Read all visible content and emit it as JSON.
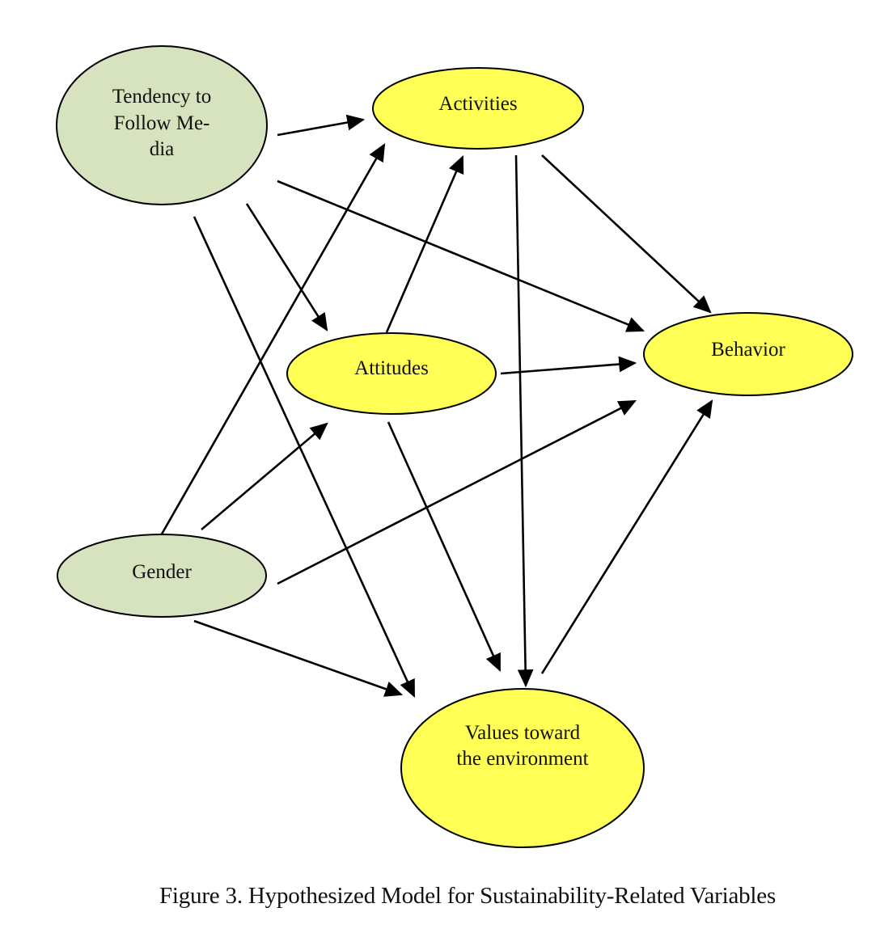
{
  "figure": {
    "caption": "Figure 3. Hypothesized Model for Sustainability-Related Variables",
    "colors": {
      "exogenous_fill": "#d7e3bf",
      "endogenous_fill": "#ffff55",
      "stroke": "#000000"
    },
    "nodes": [
      {
        "id": "media",
        "lines": [
          "Tendency to",
          "Follow Me-",
          "dia"
        ],
        "type": "exogenous"
      },
      {
        "id": "activities",
        "lines": [
          "Activities"
        ],
        "type": "endogenous"
      },
      {
        "id": "attitudes",
        "lines": [
          "Attitudes"
        ],
        "type": "endogenous"
      },
      {
        "id": "behavior",
        "lines": [
          "Behavior"
        ],
        "type": "endogenous"
      },
      {
        "id": "gender",
        "lines": [
          "Gender"
        ],
        "type": "exogenous"
      },
      {
        "id": "values",
        "lines": [
          "Values toward",
          "the environment"
        ],
        "type": "endogenous"
      }
    ],
    "edges": [
      {
        "from": "media",
        "to": "activities"
      },
      {
        "from": "media",
        "to": "behavior"
      },
      {
        "from": "media",
        "to": "attitudes"
      },
      {
        "from": "media",
        "to": "values"
      },
      {
        "from": "gender",
        "to": "activities"
      },
      {
        "from": "attitudes",
        "to": "activities"
      },
      {
        "from": "activities",
        "to": "values"
      },
      {
        "from": "activities",
        "to": "behavior"
      },
      {
        "from": "attitudes",
        "to": "behavior"
      },
      {
        "from": "gender",
        "to": "attitudes"
      },
      {
        "from": "gender",
        "to": "behavior"
      },
      {
        "from": "attitudes",
        "to": "values"
      },
      {
        "from": "gender",
        "to": "values"
      },
      {
        "from": "values",
        "to": "behavior"
      }
    ]
  }
}
